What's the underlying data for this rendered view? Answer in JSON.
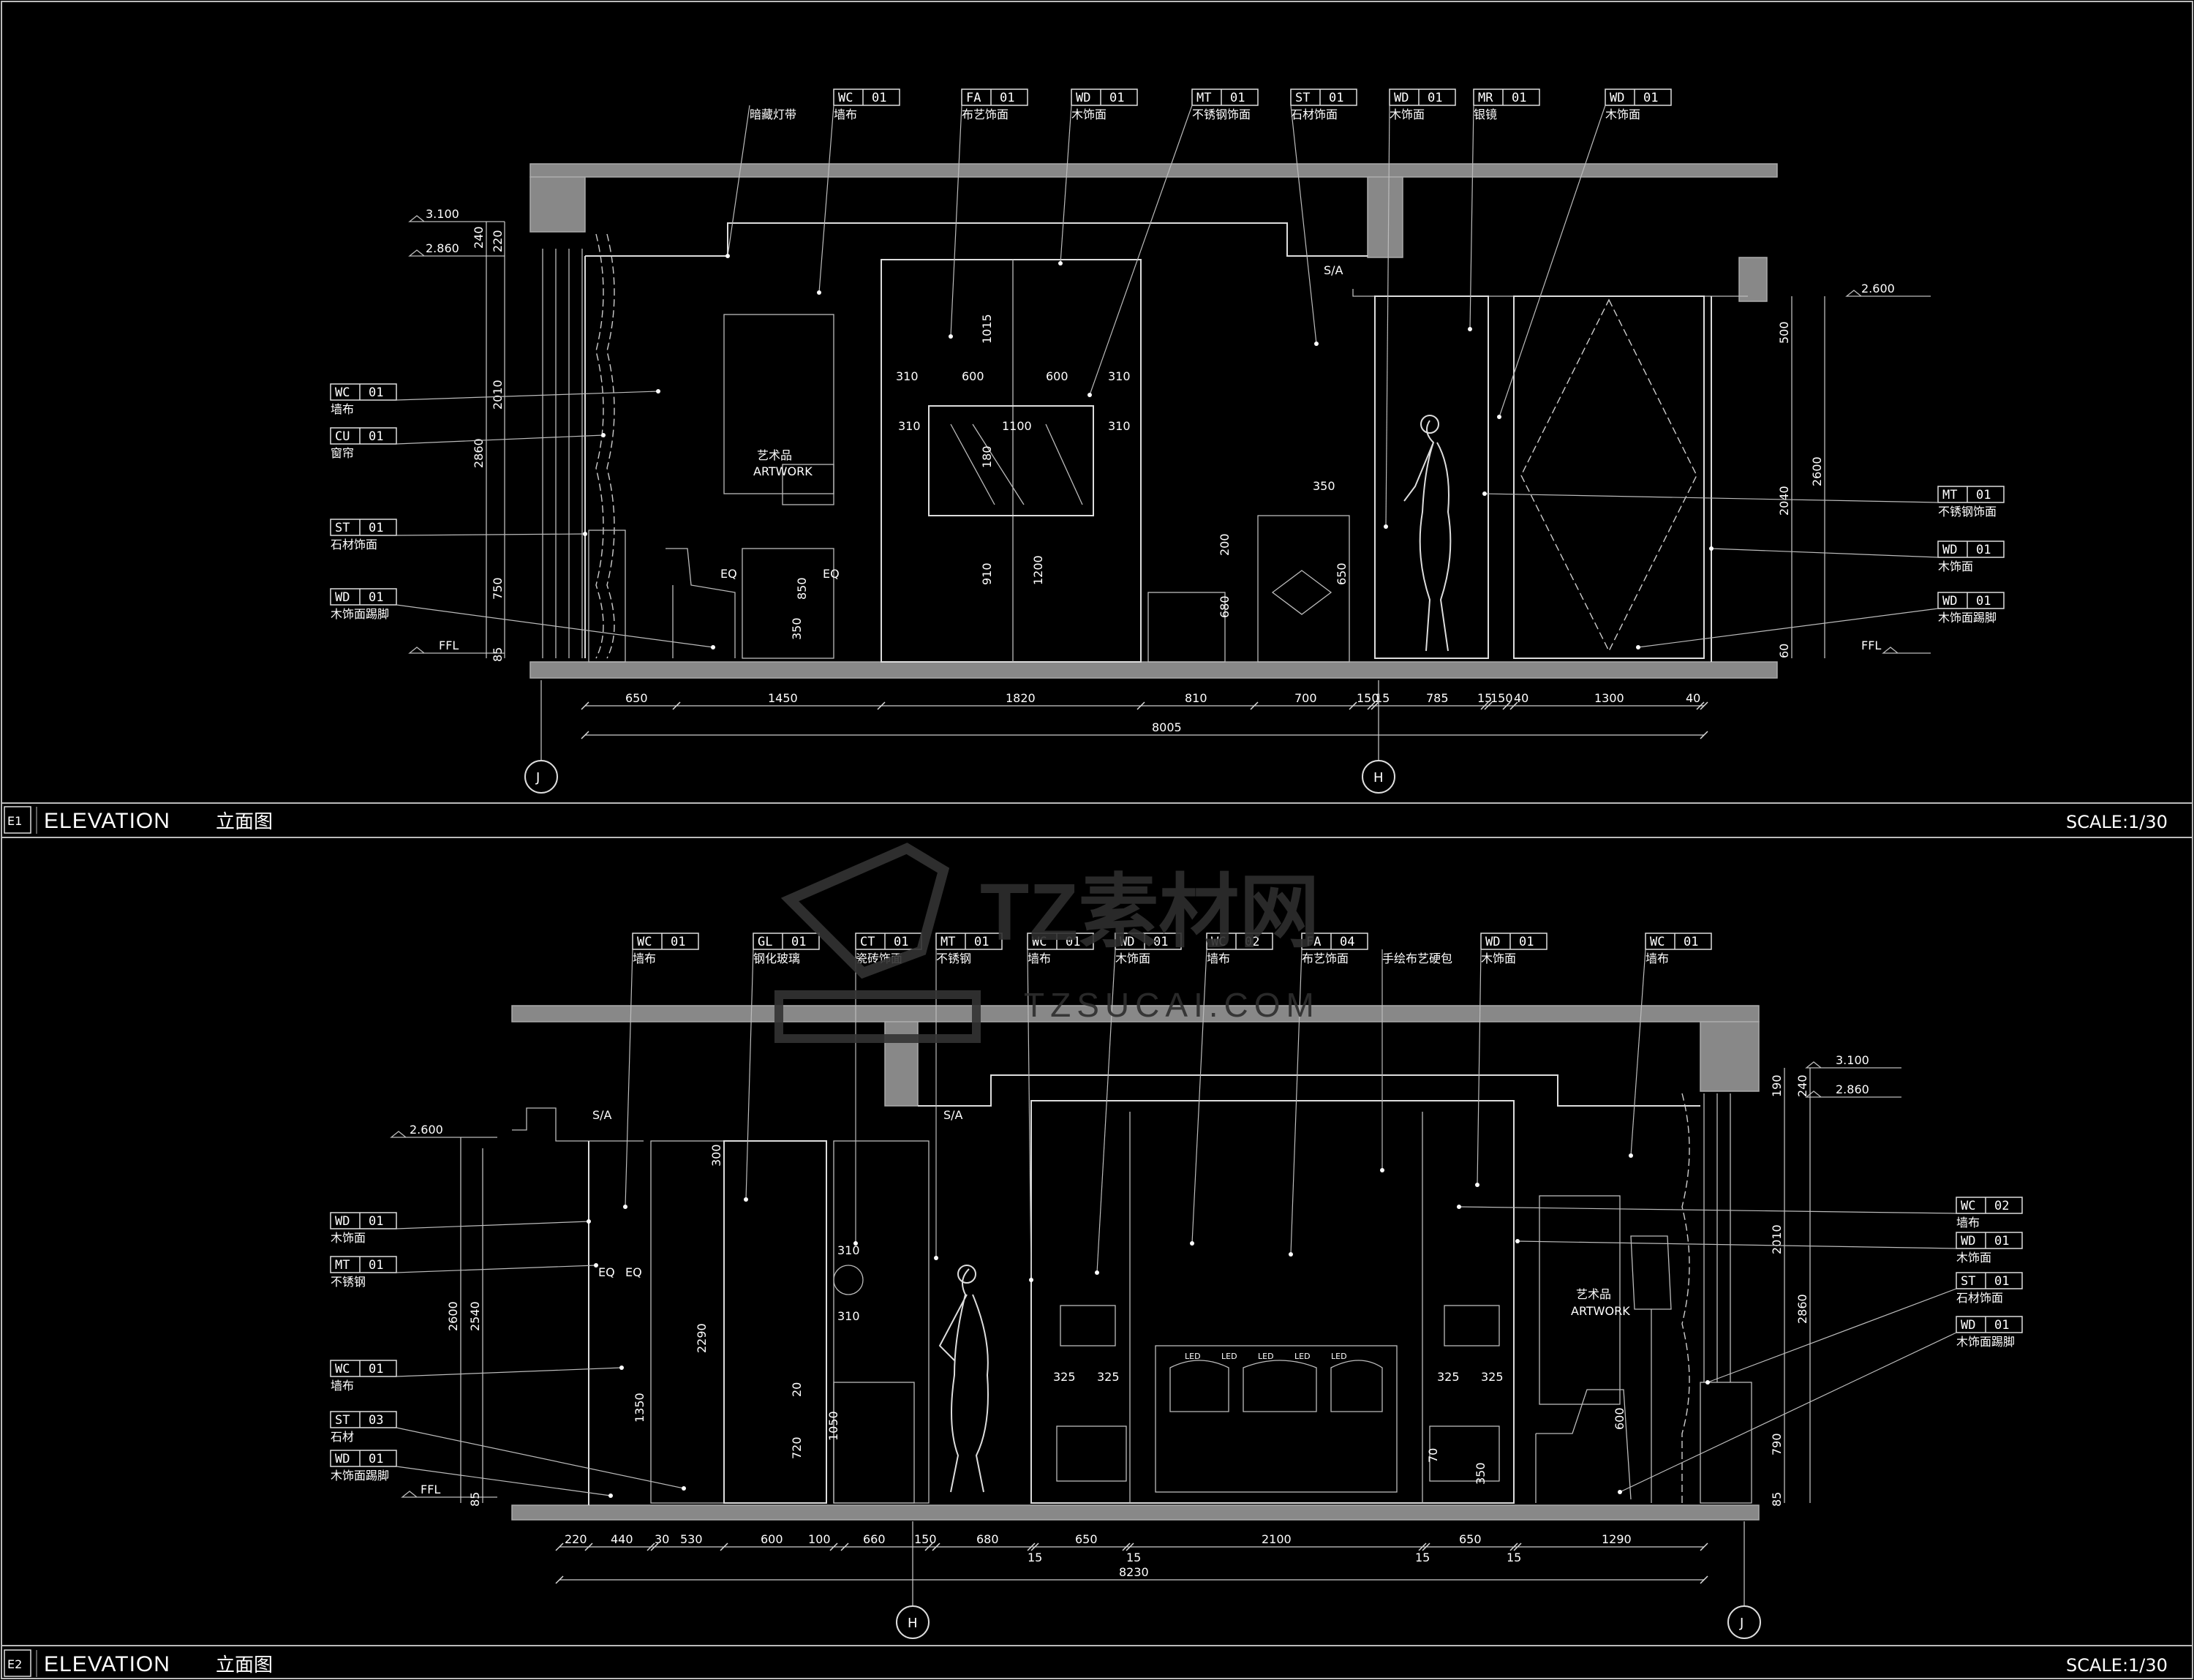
{
  "panels": [
    {
      "id": "E1",
      "title": "ELEVATION",
      "title_cn": "立面图",
      "scale": "SCALE:1/30",
      "top_tags": [
        {
          "code": "",
          "num": "",
          "desc": "暗藏灯带"
        },
        {
          "code": "WC",
          "num": "01",
          "desc": "墙布"
        },
        {
          "code": "FA",
          "num": "01",
          "desc": "布艺饰面"
        },
        {
          "code": "WD",
          "num": "01",
          "desc": "木饰面"
        },
        {
          "code": "MT",
          "num": "01",
          "desc": "不锈钢饰面"
        },
        {
          "code": "ST",
          "num": "01",
          "desc": "石材饰面"
        },
        {
          "code": "WD",
          "num": "01",
          "desc": "木饰面"
        },
        {
          "code": "MR",
          "num": "01",
          "desc": "银镜"
        },
        {
          "code": "WD",
          "num": "01",
          "desc": "木饰面"
        }
      ],
      "left_tags": [
        {
          "code": "WC",
          "num": "01",
          "desc": "墙布"
        },
        {
          "code": "CU",
          "num": "01",
          "desc": "窗帘"
        },
        {
          "code": "ST",
          "num": "01",
          "desc": "石材饰面"
        },
        {
          "code": "WD",
          "num": "01",
          "desc": "木饰面踢脚"
        }
      ],
      "right_tags": [
        {
          "code": "MT",
          "num": "01",
          "desc": "不锈钢饰面"
        },
        {
          "code": "WD",
          "num": "01",
          "desc": "木饰面"
        },
        {
          "code": "WD",
          "num": "01",
          "desc": "木饰面踢脚"
        }
      ],
      "level_labels": [
        "3.100",
        "2.860",
        "FFL",
        "2.600",
        "FFL"
      ],
      "bottom_dims": [
        "650",
        "1450",
        "1820",
        "810",
        "700",
        "150",
        "15",
        "785",
        "15",
        "150",
        "40",
        "1300",
        "40"
      ],
      "total_dim": "8005",
      "left_vdims": [
        "240",
        "220",
        "2010",
        "2860",
        "750",
        "85"
      ],
      "right_vdims": [
        "500",
        "2600",
        "2040",
        "60"
      ],
      "inner_dims": [
        "310",
        "600",
        "600",
        "310",
        "310",
        "1100",
        "310",
        "1015",
        "180",
        "910",
        "1200",
        "850",
        "350",
        "350",
        "200",
        "680",
        "650"
      ],
      "eq_labels": [
        "EQ",
        "EQ"
      ],
      "artwork_cn": "艺术品",
      "artwork_en": "ARTWORK",
      "sa_label": "S/A",
      "grid_left": "J",
      "grid_right": "H"
    },
    {
      "id": "E2",
      "title": "ELEVATION",
      "title_cn": "立面图",
      "scale": "SCALE:1/30",
      "top_tags": [
        {
          "code": "WC",
          "num": "01",
          "desc": "墙布"
        },
        {
          "code": "GL",
          "num": "01",
          "desc": "钢化玻璃"
        },
        {
          "code": "CT",
          "num": "01",
          "desc": "瓷砖饰面"
        },
        {
          "code": "MT",
          "num": "01",
          "desc": "不锈钢"
        },
        {
          "code": "WC",
          "num": "01",
          "desc": "墙布"
        },
        {
          "code": "WD",
          "num": "01",
          "desc": "木饰面"
        },
        {
          "code": "WC",
          "num": "02",
          "desc": "墙布"
        },
        {
          "code": "FA",
          "num": "04",
          "desc": "布艺饰面"
        },
        {
          "code": "",
          "num": "",
          "desc": "手绘布艺硬包"
        },
        {
          "code": "WD",
          "num": "01",
          "desc": "木饰面"
        },
        {
          "code": "WC",
          "num": "01",
          "desc": "墙布"
        }
      ],
      "left_tags": [
        {
          "code": "WD",
          "num": "01",
          "desc": "木饰面"
        },
        {
          "code": "MT",
          "num": "01",
          "desc": "不锈钢"
        },
        {
          "code": "WC",
          "num": "01",
          "desc": "墙布"
        },
        {
          "code": "ST",
          "num": "03",
          "desc": "石材"
        },
        {
          "code": "WD",
          "num": "01",
          "desc": "木饰面踢脚"
        }
      ],
      "right_tags": [
        {
          "code": "WC",
          "num": "02",
          "desc": "墙布"
        },
        {
          "code": "WD",
          "num": "01",
          "desc": "木饰面"
        },
        {
          "code": "ST",
          "num": "01",
          "desc": "石材饰面"
        },
        {
          "code": "WD",
          "num": "01",
          "desc": "木饰面踢脚"
        }
      ],
      "level_labels": [
        "2.600",
        "FFL",
        "3.100",
        "2.860"
      ],
      "bottom_dims": [
        "220",
        "440",
        "30",
        "530",
        "600",
        "100",
        "660",
        "150",
        "680",
        "15",
        "650",
        "15",
        "2100",
        "15",
        "650",
        "15",
        "1290"
      ],
      "total_dim": "8230",
      "left_vdims": [
        "2600",
        "2540",
        "1350",
        "85"
      ],
      "right_vdims": [
        "190",
        "240",
        "2010",
        "2860",
        "790",
        "85"
      ],
      "inner_dims": [
        "300",
        "2290",
        "310",
        "310",
        "20",
        "720",
        "1050",
        "325",
        "325",
        "325",
        "325",
        "600",
        "350",
        "70"
      ],
      "eq_labels": [
        "EQ",
        "EQ"
      ],
      "led_label": "LED",
      "artwork_cn": "艺术品",
      "artwork_en": "ARTWORK",
      "sa_label": "S/A",
      "grid_left": "H",
      "grid_right": "J"
    }
  ],
  "watermark": {
    "brand": "TZ素材网",
    "url": "TZSUCAI.COM"
  }
}
